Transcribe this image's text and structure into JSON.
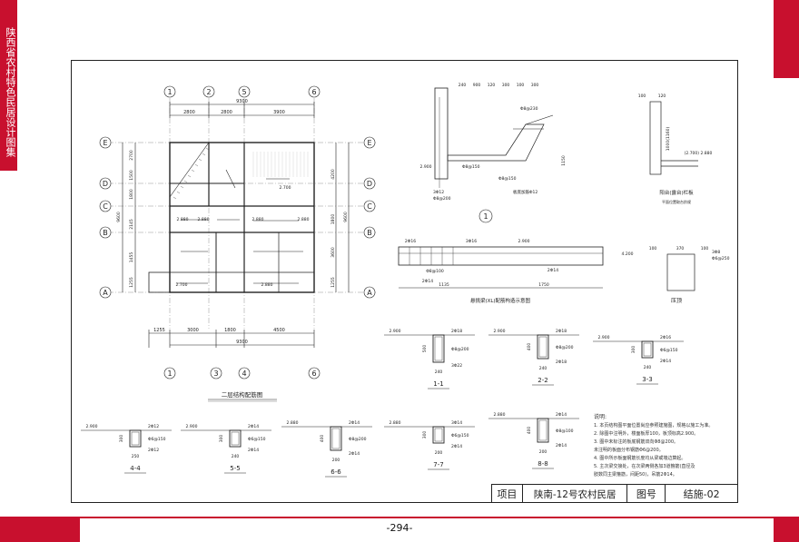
{
  "side_title": "陕西省农村特色民居设计图集",
  "page_number": "-294-",
  "title_block": {
    "project_label": "项目",
    "project_name": "陕南-12号农村民居",
    "drawing_no_label": "图号",
    "drawing_no": "结施-02"
  },
  "plan": {
    "caption": "二层结构配筋图",
    "top_axes": [
      "1",
      "2",
      "5",
      "6"
    ],
    "bottom_axes": [
      "1",
      "3",
      "4",
      "6"
    ],
    "row_axes": [
      "E",
      "D",
      "C",
      "B",
      "A"
    ],
    "top_dims": [
      "2800",
      "2800",
      "3900"
    ],
    "top_total": "9300",
    "bottom_dims": [
      "1255",
      "3000",
      "1800",
      "4500"
    ],
    "bottom_total": "9300",
    "left_dims": [
      "2700",
      "1500",
      "1800",
      "2145",
      "1455",
      "1255"
    ],
    "left_total": "9600",
    "right_dims": [
      "4200",
      "1800",
      "3600",
      "1255"
    ],
    "right_total": "9600",
    "elevation_labels": [
      "2.700",
      "2.880",
      "2.880",
      "2.700",
      "2.880",
      "2.880",
      "2.880"
    ]
  },
  "detail_1": {
    "marker": "1",
    "dims_top": [
      "240",
      "900",
      "120",
      "300",
      "100",
      "300"
    ],
    "elev": "2.900",
    "rebar": [
      "3Φ12",
      "Φ8@200",
      "Φ8@150",
      "Φ8@150",
      "板底加筋Φ12",
      "Φ8@230",
      "1150"
    ]
  },
  "railing": {
    "caption": "阳台(露台)栏板",
    "note": "平面位置取台阶规",
    "dims": [
      "100",
      "120",
      "1000(1160)"
    ],
    "elev": "(2.700) 2.880"
  },
  "cantilever": {
    "caption": "悬挑梁(XL)配筋构造示意图",
    "rebar": [
      "2Φ16",
      "3Φ16",
      "Φ8@100",
      "2Φ14",
      "2Φ14"
    ],
    "dims": [
      "1135",
      "1750"
    ],
    "elev": "2.900"
  },
  "coping": {
    "caption": "压顶",
    "dims": [
      "100",
      "370",
      "100"
    ],
    "rebar": [
      "3Φ8",
      "Φ6@250"
    ],
    "elev": "4.200"
  },
  "sections": [
    {
      "name": "1-1",
      "elev": "2.900",
      "top": "2Φ18",
      "stirrup": "Φ8@200",
      "bottom": "3Φ22",
      "h": "500",
      "w": "240"
    },
    {
      "name": "2-2",
      "elev": "2.900",
      "top": "2Φ18",
      "stirrup": "Φ8@200",
      "bottom": "2Φ18",
      "h": "400",
      "w": "240"
    },
    {
      "name": "3-3",
      "elev": "2.900",
      "top": "2Φ16",
      "stirrup": "Φ6@150",
      "bottom": "2Φ14",
      "h": "300",
      "w": "240"
    },
    {
      "name": "4-4",
      "elev": "2.900",
      "top": "2Φ12",
      "stirrup": "Φ6@150",
      "bottom": "2Φ12",
      "h": "300",
      "w": "250"
    },
    {
      "name": "5-5",
      "elev": "2.900",
      "top": "2Φ14",
      "stirrup": "Φ6@150",
      "bottom": "2Φ14",
      "h": "300",
      "w": "240"
    },
    {
      "name": "6-6",
      "elev": "2.880",
      "top": "2Φ14",
      "stirrup": "Φ8@200",
      "bottom": "2Φ14",
      "h": "400",
      "w": "200"
    },
    {
      "name": "7-7",
      "elev": "2.880",
      "top": "3Φ14",
      "stirrup": "Φ6@150",
      "bottom": "2Φ14",
      "h": "300",
      "w": "200"
    },
    {
      "name": "8-8",
      "elev": "2.880",
      "top": "2Φ14",
      "stirrup": "Φ8@100",
      "bottom": "2Φ14",
      "h": "400",
      "w": "200"
    }
  ],
  "notes": {
    "title": "说明:",
    "lines": [
      "1. 本页结构图平面位置尚应参照建施图，规格以施工为准。",
      "2. 除图中注明外，楼面板厚100，板顶标高2.900。",
      "3. 图中未标注的板底钢筋双向Φ8@200。",
      "   未注明的板面分布钢筋Φ6@200。",
      "4. 图中所示板面钢筋长度均从梁或墙边算起。",
      "5. 主次梁交接处，在次梁两侧各加3道箍筋(直径及",
      "   肢数同主梁箍筋，间距50)，吊筋2Φ14。"
    ]
  }
}
